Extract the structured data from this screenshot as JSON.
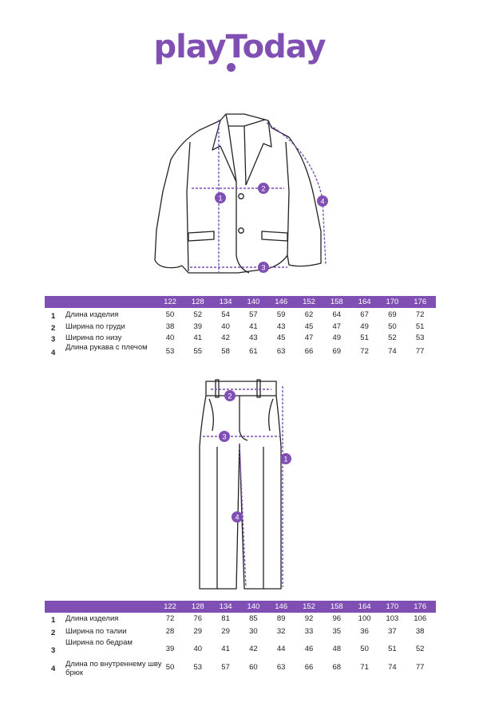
{
  "brand": {
    "logo_text": "playToday",
    "color": "#7f4fb3"
  },
  "jacket": {
    "markers": [
      "1",
      "2",
      "3",
      "4"
    ]
  },
  "pants": {
    "markers": [
      "1",
      "2",
      "3",
      "4"
    ]
  },
  "jacket_table": {
    "sizes": [
      "122",
      "128",
      "134",
      "140",
      "146",
      "152",
      "158",
      "164",
      "170",
      "176"
    ],
    "rows": [
      {
        "num": "1",
        "label": "Длина изделия",
        "values": [
          "50",
          "52",
          "54",
          "57",
          "59",
          "62",
          "64",
          "67",
          "69",
          "72"
        ]
      },
      {
        "num": "2",
        "label": "Ширина по груди",
        "values": [
          "38",
          "39",
          "40",
          "41",
          "43",
          "45",
          "47",
          "49",
          "50",
          "51"
        ]
      },
      {
        "num": "3",
        "label": "Ширина по низу",
        "values": [
          "40",
          "41",
          "42",
          "43",
          "45",
          "47",
          "49",
          "51",
          "52",
          "53"
        ]
      },
      {
        "num": "4",
        "label": "Длина рукава с плечом",
        "values": [
          "53",
          "55",
          "58",
          "61",
          "63",
          "66",
          "69",
          "72",
          "74",
          "77"
        ]
      }
    ]
  },
  "pants_table": {
    "sizes": [
      "122",
      "128",
      "134",
      "140",
      "146",
      "152",
      "158",
      "164",
      "170",
      "176"
    ],
    "rows": [
      {
        "num": "1",
        "label": "Длина изделия",
        "values": [
          "72",
          "76",
          "81",
          "85",
          "89",
          "92",
          "96",
          "100",
          "103",
          "106"
        ]
      },
      {
        "num": "2",
        "label": "Ширина по талии",
        "values": [
          "28",
          "29",
          "29",
          "30",
          "32",
          "33",
          "35",
          "36",
          "37",
          "38"
        ]
      },
      {
        "num": "3",
        "label": "Ширина по бедрам",
        "values": [
          "39",
          "40",
          "41",
          "42",
          "44",
          "46",
          "48",
          "50",
          "51",
          "52"
        ]
      },
      {
        "num": "4",
        "label": "Длина по внутреннему шву брюк",
        "values": [
          "50",
          "53",
          "57",
          "60",
          "63",
          "66",
          "68",
          "71",
          "74",
          "77"
        ]
      }
    ]
  }
}
